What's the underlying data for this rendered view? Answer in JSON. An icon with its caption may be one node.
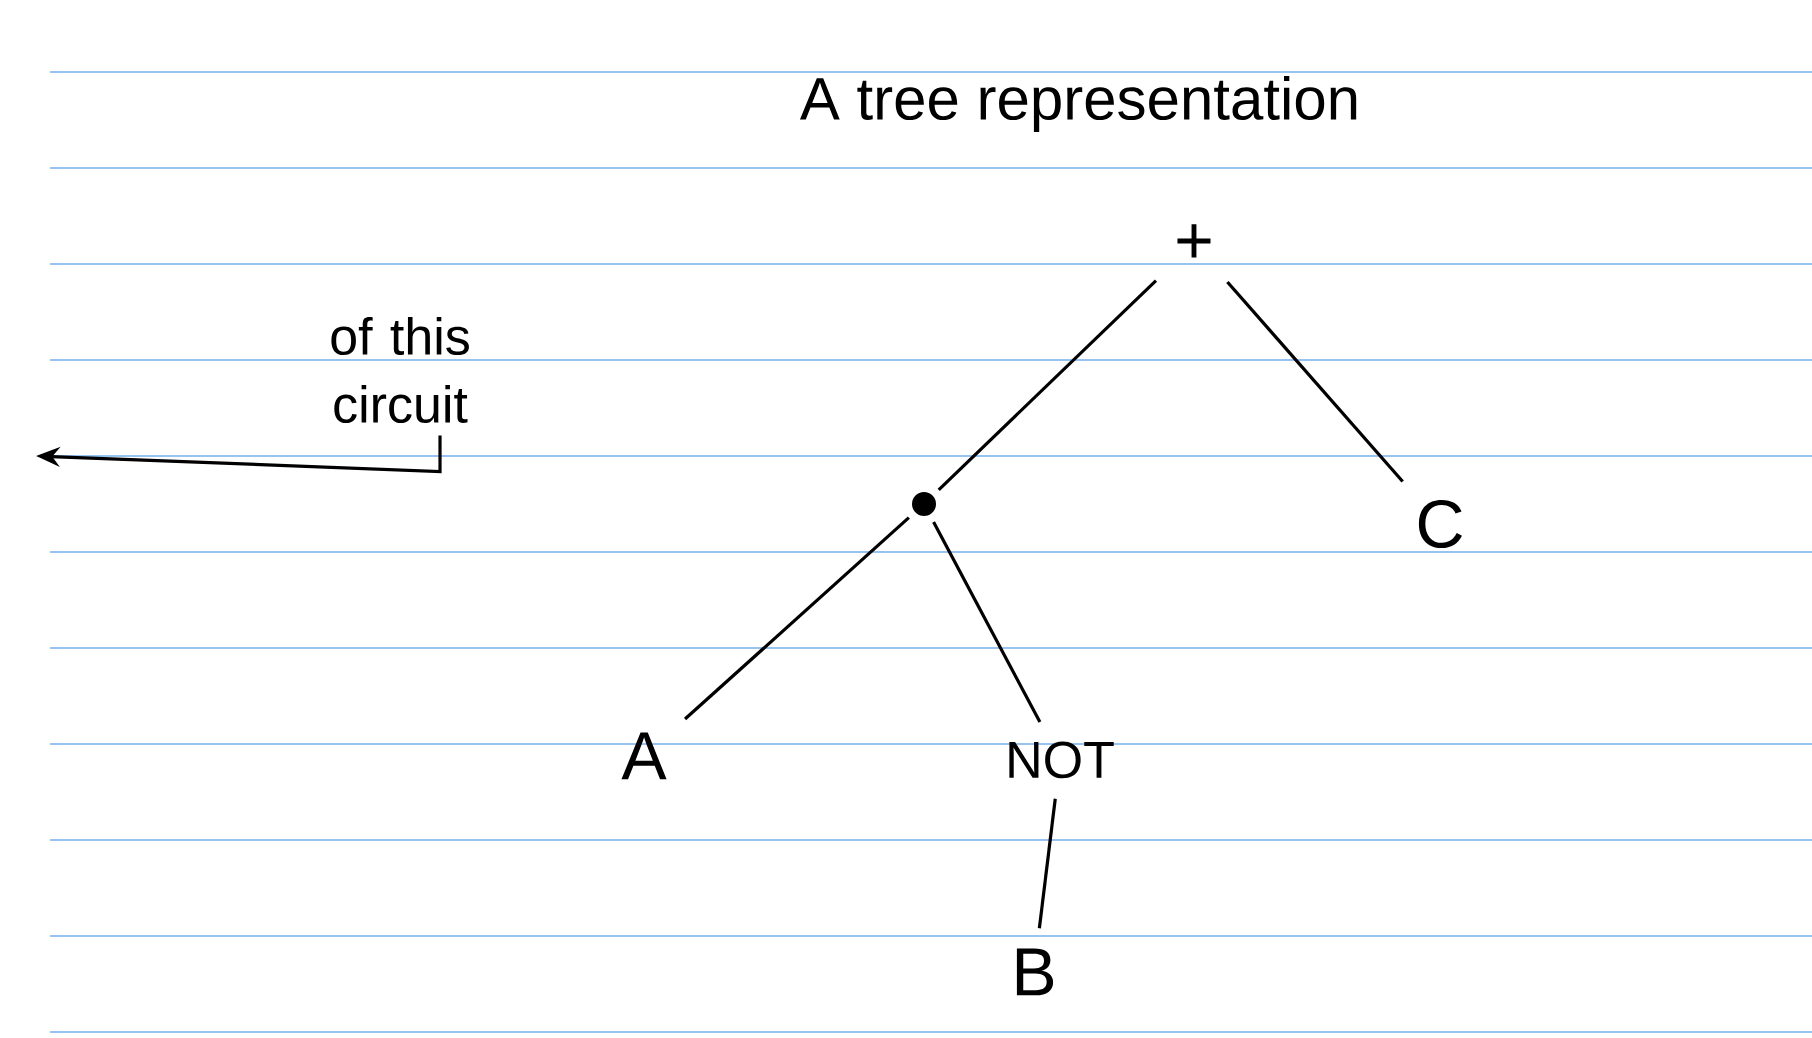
{
  "diagram": {
    "title": "A tree representation",
    "nodes": [
      {
        "text": [
          "+"
        ]
      },
      {
        "text": [],
        "shape": "circle"
      },
      {
        "text": [
          "C"
        ]
      },
      {
        "text": [
          "A"
        ]
      },
      {
        "text": [
          "NOT"
        ]
      },
      {
        "text": [
          "B"
        ]
      },
      {
        "text": [
          "of this circuit"
        ]
      }
    ],
    "edges": [
      {
        "from": 0,
        "to": 1,
        "arrow": "none"
      },
      {
        "from": 0,
        "to": 2,
        "arrow": "none"
      },
      {
        "from": 1,
        "to": 3,
        "arrow": "none"
      },
      {
        "from": 1,
        "to": 4,
        "arrow": "none"
      },
      {
        "from": 4,
        "to": 5,
        "arrow": "none"
      },
      {
        "from": 6,
        "to": null,
        "arrow": "to"
      }
    ]
  }
}
